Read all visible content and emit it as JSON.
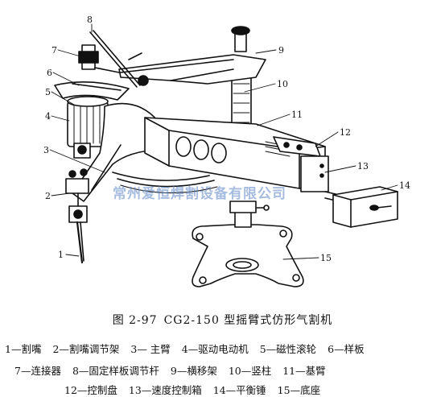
{
  "watermark": "常州爱恒焊割设备有限公司",
  "callouts": [
    "1",
    "2",
    "3",
    "4",
    "5",
    "6",
    "7",
    "8",
    "9",
    "10",
    "11",
    "12",
    "13",
    "14",
    "15"
  ],
  "caption": {
    "figure_no": "图 2-97",
    "title": "CG2-150 型摇臂式仿形气割机"
  },
  "legend": {
    "row1": [
      "1—割嘴",
      "2—割嘴调节架",
      "3— 主臂",
      "4—驱动电动机",
      "5—磁性滚轮",
      "6—样板"
    ],
    "row2": [
      "7—连接器",
      "8—固定样板调节杆",
      "9—横移架",
      "10—竖柱",
      "11—基臂"
    ],
    "row3": [
      "12—控制盘",
      "13—速度控制箱",
      "14—平衡锤",
      "15—底座"
    ]
  },
  "colors": {
    "ink": "#111111",
    "watermark": "#5f86c6",
    "background": "#ffffff"
  }
}
